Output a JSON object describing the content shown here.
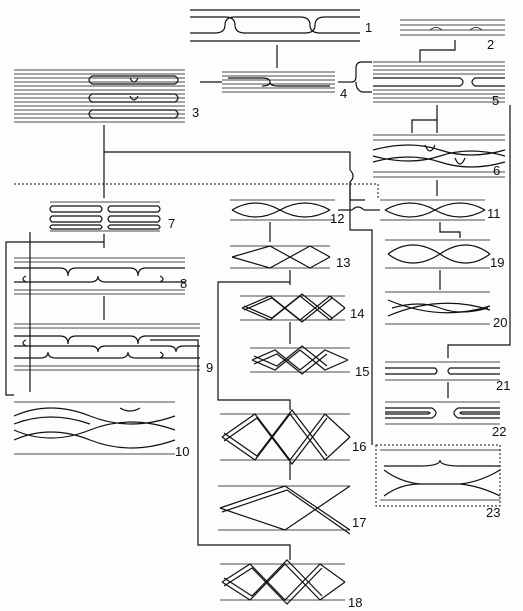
{
  "nodes": [
    {
      "id": "1",
      "label": "1"
    },
    {
      "id": "2",
      "label": "2"
    },
    {
      "id": "3",
      "label": "3"
    },
    {
      "id": "4",
      "label": "4"
    },
    {
      "id": "5",
      "label": "5"
    },
    {
      "id": "6",
      "label": "6"
    },
    {
      "id": "7",
      "label": "7"
    },
    {
      "id": "8",
      "label": "8"
    },
    {
      "id": "9",
      "label": "9"
    },
    {
      "id": "10",
      "label": "10"
    },
    {
      "id": "11",
      "label": "11"
    },
    {
      "id": "12",
      "label": "12"
    },
    {
      "id": "13",
      "label": "13"
    },
    {
      "id": "14",
      "label": "14"
    },
    {
      "id": "15",
      "label": "15"
    },
    {
      "id": "16",
      "label": "16"
    },
    {
      "id": "17",
      "label": "17"
    },
    {
      "id": "18",
      "label": "18"
    },
    {
      "id": "19",
      "label": "19"
    },
    {
      "id": "20",
      "label": "20"
    },
    {
      "id": "21",
      "label": "21"
    },
    {
      "id": "22",
      "label": "22"
    },
    {
      "id": "23",
      "label": "23"
    }
  ],
  "edges": [
    [
      "1",
      "4"
    ],
    [
      "2",
      "5"
    ],
    [
      "3",
      "4"
    ],
    [
      "4",
      "5"
    ],
    [
      "5",
      "6"
    ],
    [
      "3",
      "7"
    ],
    [
      "6",
      "11"
    ],
    [
      "7",
      "8"
    ],
    [
      "8",
      "9"
    ],
    [
      "7",
      "10"
    ],
    [
      "11",
      "12"
    ],
    [
      "12",
      "13"
    ],
    [
      "13",
      "14"
    ],
    [
      "14",
      "15"
    ],
    [
      "13",
      "16"
    ],
    [
      "16",
      "17"
    ],
    [
      "7",
      "18"
    ],
    [
      "11",
      "19"
    ],
    [
      "19",
      "20"
    ],
    [
      "5",
      "21"
    ],
    [
      "21",
      "22"
    ],
    [
      "3",
      "23"
    ]
  ]
}
